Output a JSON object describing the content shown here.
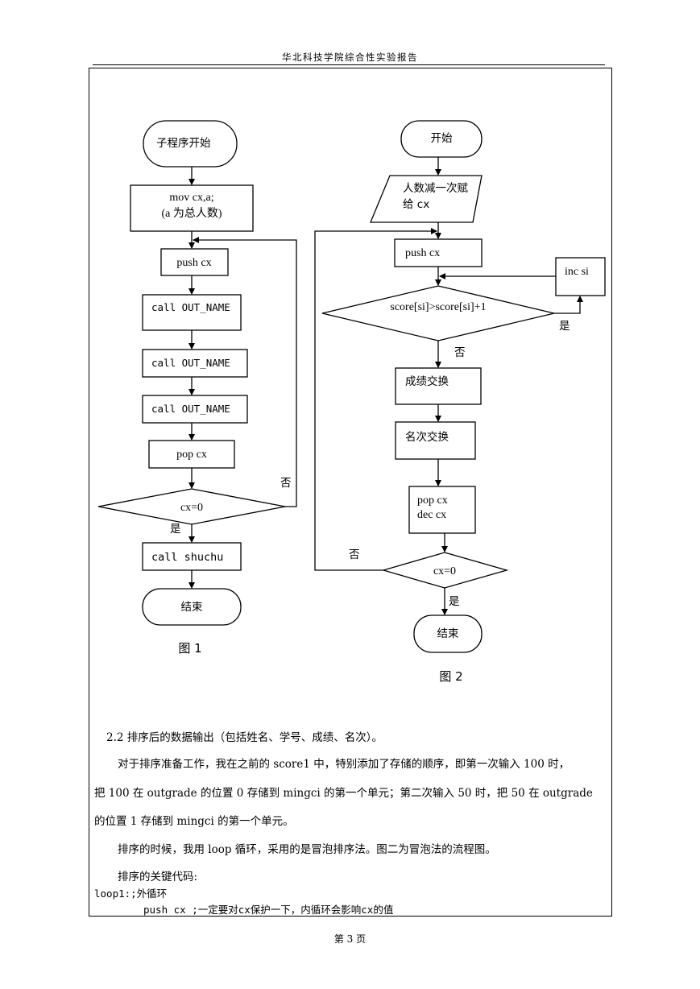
{
  "header": {
    "title": "华北科技学院综合性实验报告"
  },
  "figure1": {
    "start": "子程序开始",
    "init_line1": "mov cx,a;",
    "init_line2": "(a 为总人数)",
    "push": "push cx",
    "call1": "call OUT_NAME",
    "call2": "call OUT_NAME",
    "call3": "call OUT_NAME",
    "pop": "pop cx",
    "decision": "cx=0",
    "no_label": "否",
    "yes_label": "是",
    "call_out": "call shuchu",
    "end": "结束",
    "caption": "图 1"
  },
  "figure2": {
    "start": "开始",
    "input_line1": "人数减一次赋",
    "input_line2": "给 cx",
    "push": "push cx",
    "inc": "inc si",
    "compare": "score[si]>score[si]+1",
    "yes_label_inner": "是",
    "no_label_inner": "否",
    "swap_score": "成绩交换",
    "swap_rank": "名次交换",
    "pop_line1": "pop cx",
    "pop_line2": "dec cx",
    "decision": "cx=0",
    "no_label_outer": "否",
    "yes_label_outer": "是",
    "end": "结束",
    "caption": "图 2"
  },
  "body": {
    "section_heading": "2.2 排序后的数据输出（包括姓名、学号、成绩、名次）。",
    "para1_line1": "对于排序准备工作，我在之前的 score1 中，特别添加了存储的顺序，即第一次输入 100 时，",
    "para1_line2": "把 100 在 outgrade 的位置 0 存储到 mingci 的第一个单元；第二次输入 50 时，把 50 在 outgrade",
    "para1_line3": "的位置 1 存储到 mingci 的第一个单元。",
    "para2": "排序的时候，我用 loop 循环，采用的是冒泡排序法。图二为冒泡法的流程图。",
    "para3": "排序的关键代码:",
    "code_line1": "loop1:;外循环",
    "code_line2": "push cx ;一定要对cx保护一下，内循环会影响cx的值"
  },
  "footer": {
    "page": "第 3 页"
  }
}
